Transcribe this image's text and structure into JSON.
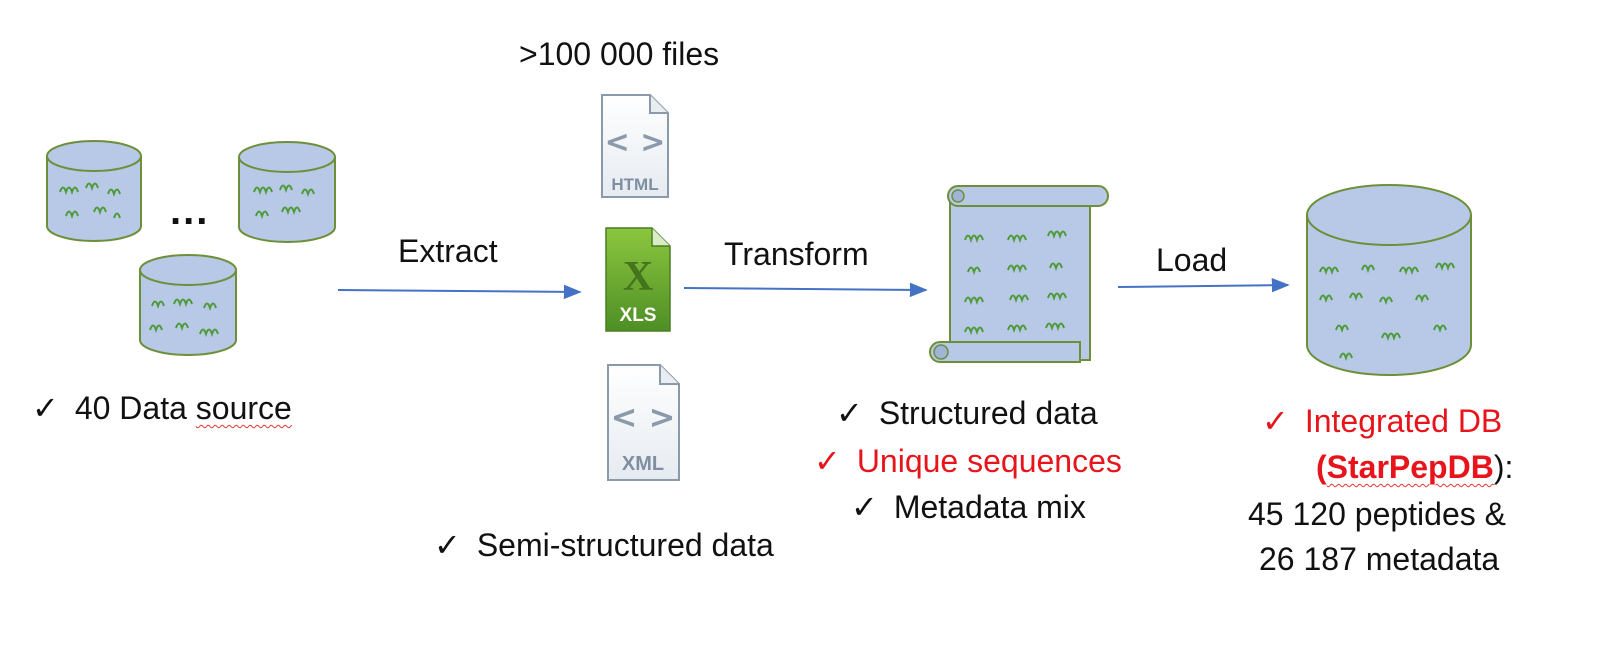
{
  "colors": {
    "db_fill": "#b7c9e6",
    "db_stroke": "#6e8f3a",
    "squiggle": "#4f9a3a",
    "arrow": "#4472c4",
    "highlight": "#e8141c",
    "xls_green": "#5b9a2e"
  },
  "icons": {
    "check": "✓",
    "ellipsis": "..."
  },
  "files_count": ">100 000 files",
  "file_icons": {
    "html_label": "HTML",
    "xls_label": "XLS",
    "xml_label": "XML",
    "code_glyph": "< >",
    "xls_letter": "X"
  },
  "steps": {
    "extract": "Extract",
    "transform": "Transform",
    "load": "Load"
  },
  "sources": {
    "caption": "40 Data source",
    "caption_prefix": "40 Data ",
    "caption_suffix": "source"
  },
  "semi": {
    "caption": "Semi-structured data"
  },
  "structured": {
    "line1": "Structured data",
    "line2": "Unique sequences",
    "line3": "Metadata mix"
  },
  "integrated": {
    "line1": "Integrated DB",
    "open_paren": "(",
    "name": "StarPepDB",
    "close_paren": "):",
    "line3": "45 120 peptides &",
    "line4": "26 187 metadata"
  }
}
